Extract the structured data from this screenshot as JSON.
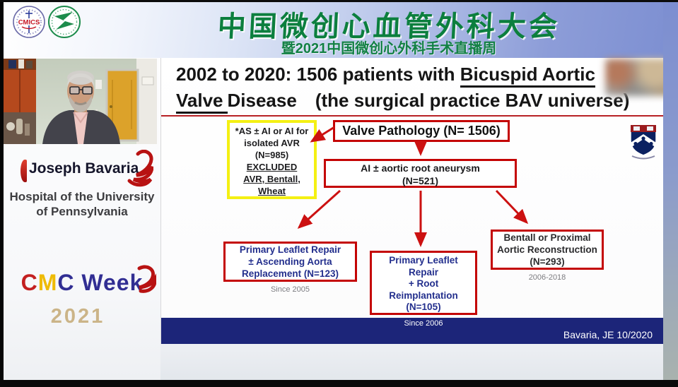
{
  "header": {
    "conference_title": "中国微创心血管外科大会",
    "conference_subtitle": "暨2021中国微创心外科手术直播周",
    "left_logo_text": "CMICS"
  },
  "sidebar": {
    "speaker_name": "Joseph Bavaria",
    "affiliation_line1": "Hospital of the University",
    "affiliation_line2": "of Pennsylvania",
    "cmc": {
      "c1": "C",
      "m": "M",
      "c2": "C",
      "week": "Week",
      "year": "2021"
    }
  },
  "slide": {
    "title": {
      "seg1": "2002 to 2020: 1506 patients with ",
      "seg2": "Bicuspid Aortic",
      "seg3": "Valve",
      "seg4": "Disease",
      "seg5": "(the surgical practice BAV universe)"
    },
    "flow": {
      "excluded_box": {
        "line1": "*AS ± AI or AI for",
        "line2": "isolated AVR",
        "line3": "(N=985)",
        "line4": "EXCLUDED",
        "line5": "AVR, Bentall,",
        "line6": "Wheat"
      },
      "valve_pathology_label": "Valve Pathology (N= 1506)",
      "ai_root": {
        "line1": "AI ± aortic root aneurysm",
        "line2": "(N=521)"
      },
      "left_box": {
        "line1": "Primary Leaflet Repair",
        "line2": "±  Ascending Aorta",
        "line3": "Replacement (N=123)",
        "caption": "Since 2005"
      },
      "mid_box": {
        "line1": "Primary Leaflet",
        "line2": "Repair",
        "line3": "+ Root",
        "line4": "Reimplantation",
        "line5": "(N=105)",
        "caption": "Since 2006"
      },
      "right_box": {
        "line1": "Bentall or Proximal",
        "line2": "Aortic Reconstruction",
        "line3": "(N=293)",
        "caption": "2006-2018"
      }
    },
    "credit": "Bavaria, JE 10/2020"
  },
  "colors": {
    "accent_red": "#c40404",
    "highlight_yellow": "#f4f013",
    "navy_text": "#232f8d",
    "bar_navy": "#1c2579",
    "header_green": "#0c7f3e"
  }
}
